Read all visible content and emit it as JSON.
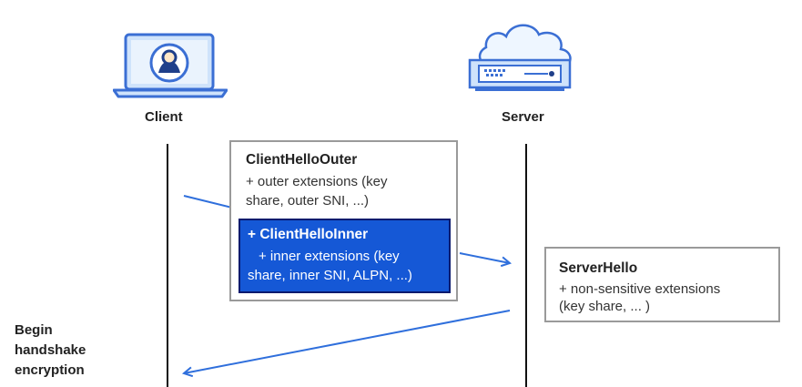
{
  "client": {
    "label": "Client"
  },
  "server": {
    "label": "Server"
  },
  "client_hello_outer": {
    "title": "ClientHelloOuter",
    "line1": "+ outer extensions (key",
    "line2": "share, outer SNI, ...)"
  },
  "client_hello_inner": {
    "title": "+ ClientHelloInner",
    "line1": "+ inner extensions (key",
    "line2": "share, inner SNI, ALPN, ...)"
  },
  "server_hello": {
    "title": "ServerHello",
    "line1": "+ non-sensitive extensions",
    "line2": "(key share, ... )"
  },
  "handshake_note": {
    "line1": "Begin",
    "line2": "handshake",
    "line3": "encryption"
  },
  "colors": {
    "arrow": "#2f6fdc",
    "inner_fill": "#1558d6",
    "inner_border": "#0a1a6e",
    "box_border": "#9a9a9a",
    "lifeline": "#111111",
    "icon_blue": "#3b6fd4",
    "icon_light": "#cfe3fb"
  }
}
